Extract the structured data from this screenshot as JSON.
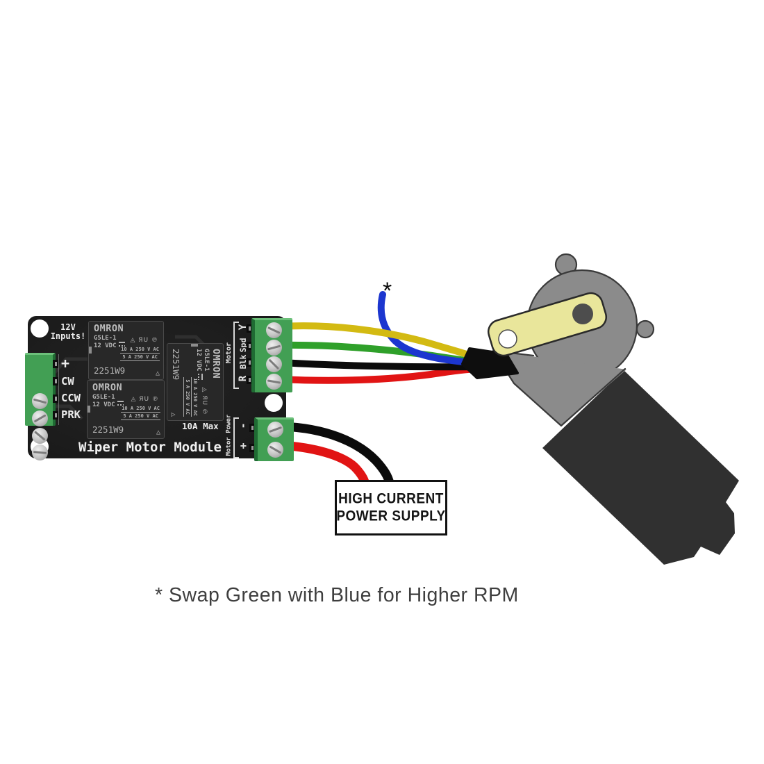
{
  "diagram": {
    "board": {
      "name": "Wiper Motor Module",
      "inputs_heading_line1": "12V",
      "inputs_heading_line2": "Inputs!",
      "input_terminals": [
        "+",
        "CW",
        "CCW",
        "PRK"
      ],
      "motor_group_label": "Motor",
      "motor_terminals": [
        "Y",
        "Spd",
        "Blk",
        "R"
      ],
      "power_group_label": "Motor Power",
      "power_terminals": [
        "-",
        "+"
      ],
      "max_rating": "10A Max"
    },
    "relay": {
      "brand": "OMRON",
      "model": "G5LE-1",
      "coil_voltage": "12 VDC",
      "cert_marks": "◬ ЯU ℗",
      "rating_line1": "10 A 250 V AC",
      "rating_line2": "5 A 250 V AC",
      "date_code": "2251W9",
      "vent_mark": "△"
    },
    "wires": {
      "motor_wires": [
        {
          "label": "yellow",
          "terminal": "Y",
          "color": "#d3ba12"
        },
        {
          "label": "green",
          "terminal": "Spd",
          "color": "#2fa02a"
        },
        {
          "label": "black",
          "terminal": "Blk",
          "color": "#0b0b0b"
        },
        {
          "label": "red",
          "terminal": "R",
          "color": "#e11414"
        },
        {
          "label": "blue",
          "terminal": "speed-alternate",
          "color": "#1c36cf"
        }
      ],
      "blue_wire_marker": "*",
      "power_wires": [
        {
          "label": "black",
          "terminal": "-",
          "color": "#0b0b0b"
        },
        {
          "label": "red",
          "terminal": "+",
          "color": "#e11414"
        }
      ]
    },
    "power_supply": {
      "line1": "HIGH CURRENT",
      "line2": "POWER SUPPLY"
    },
    "footnote": "* Swap Green with Blue for Higher RPM"
  },
  "colors": {
    "background": "#ffffff",
    "board": "#1d1d1d",
    "terminal_green": "#429f54",
    "relay_body": "#282828",
    "motor_gray": "#8b8b8b",
    "motor_dark": "#303030",
    "arm_yellow": "#e9e69b",
    "sheath_black": "#0e0e0e"
  }
}
